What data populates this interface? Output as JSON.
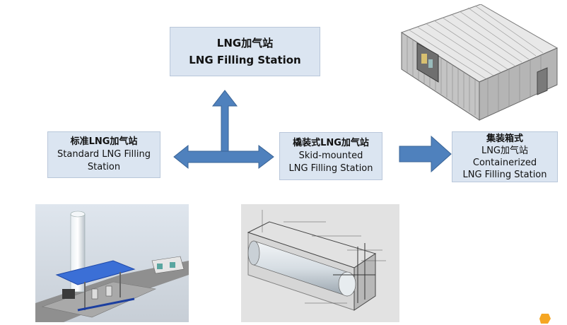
{
  "boxes": {
    "top": {
      "line1": "LNG加气站",
      "line2": "LNG Filling Station"
    },
    "left": {
      "line1": "标准LNG加气站",
      "line2": "Standard LNG Filling",
      "line3": "Station"
    },
    "mid": {
      "line1": "橇装式LNG加气站",
      "line2": "Skid-mounted",
      "line3": "LNG Filling Station"
    },
    "right": {
      "line1": "集装箱式",
      "line2": "LNG加气站",
      "line3": "Containerized",
      "line4": "LNG Filling Station"
    }
  },
  "colors": {
    "box_fill": "#dbe5f1",
    "arrow_fill": "#4f81bd",
    "arrow_stroke": "#3a6496"
  }
}
